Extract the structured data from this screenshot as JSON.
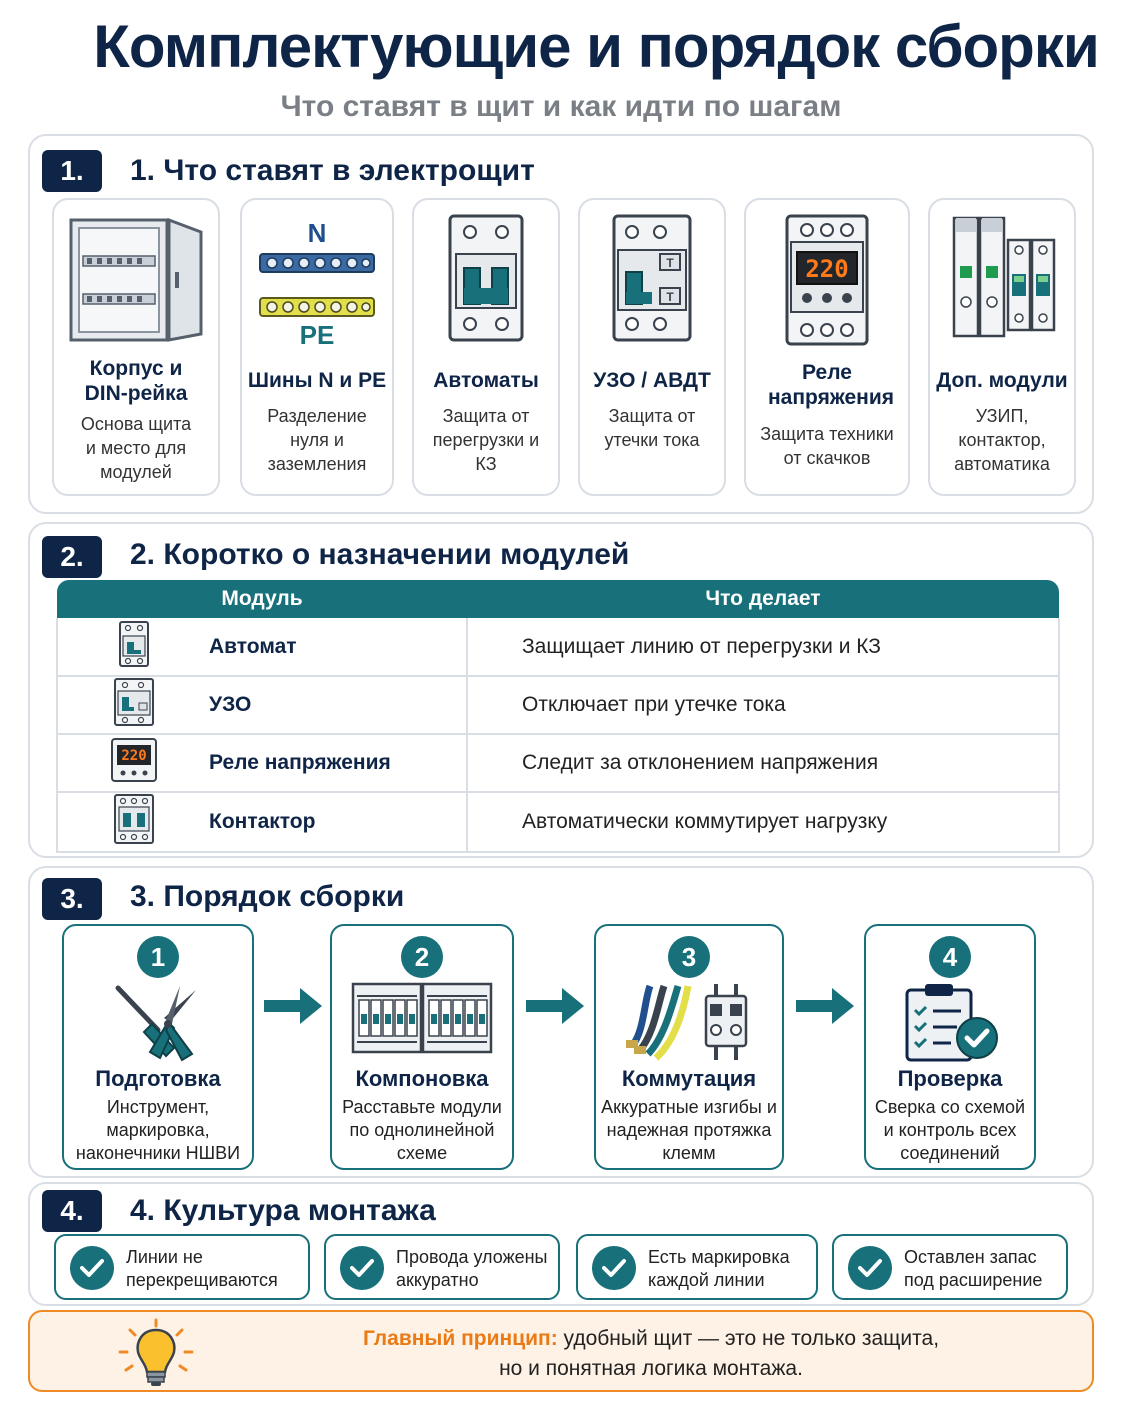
{
  "header": {
    "title": "Комплектующие и порядок сборки",
    "subtitle": "Что ставят в щит и как идти по шагам"
  },
  "colors": {
    "navy": "#0f2547",
    "teal": "#17707a",
    "orange": "#ea7a15",
    "tip_bg": "#fdf2e5"
  },
  "section1": {
    "badge": "1.",
    "title": "1. Что ставят в электрощит",
    "cards": [
      {
        "icon": "cabinet-icon",
        "title": "Корпус и DIN-рейка",
        "desc": "Основа щита и место для модулей"
      },
      {
        "icon": "busbar-icon",
        "title": "Шины N и PE",
        "desc": "Разделение нуля и заземления",
        "label_n": "N",
        "label_pe": "PE"
      },
      {
        "icon": "breaker-icon",
        "title": "Автоматы",
        "desc": "Защита от перегрузки и КЗ"
      },
      {
        "icon": "rcd-icon",
        "title": "УЗО / АВДТ",
        "desc": "Защита от утечки тока",
        "test_label": "T"
      },
      {
        "icon": "voltage-relay-icon",
        "title": "Реле напряжения",
        "desc": "Защита техники от скачков",
        "display": "220"
      },
      {
        "icon": "extra-modules-icon",
        "title": "Доп. модули",
        "desc": "УЗИП, контактор, автоматика"
      }
    ]
  },
  "section2": {
    "badge": "2.",
    "title": "2. Коротко о назначении модулей",
    "headers": [
      "Модуль",
      "Что делает"
    ],
    "rows": [
      {
        "icon": "breaker-icon",
        "name": "Автомат",
        "desc": "Защищает линию от перегрузки и КЗ"
      },
      {
        "icon": "rcd-icon",
        "name": "УЗО",
        "desc": "Отключает при утечке тока"
      },
      {
        "icon": "voltage-relay-icon",
        "name": "Реле напряжения",
        "desc": "Следит за отклонением напряжения",
        "display": "220"
      },
      {
        "icon": "contactor-icon",
        "name": "Контактор",
        "desc": "Автоматически коммутирует нагрузку"
      }
    ]
  },
  "section3": {
    "badge": "3.",
    "title": "3. Порядок сборки",
    "steps": [
      {
        "num": "1",
        "icon": "tools-icon",
        "title": "Подготовка",
        "desc": "Инструмент, маркировка, наконечники НШВИ"
      },
      {
        "num": "2",
        "icon": "layout-icon",
        "title": "Компоновка",
        "desc": "Расставьте модули по однолинейной схеме"
      },
      {
        "num": "3",
        "icon": "wiring-icon",
        "title": "Коммутация",
        "desc": "Аккуратные изгибы и надежная протяжка клемм"
      },
      {
        "num": "4",
        "icon": "checklist-icon",
        "title": "Проверка",
        "desc": "Сверка со схемой и контроль всех соединений"
      }
    ]
  },
  "section4": {
    "badge": "4.",
    "title": "4. Культура монтажа",
    "items": [
      "Линии не перекрещиваются",
      "Провода уложены аккуратно",
      "Есть маркировка каждой линии",
      "Оставлен запас под расширение"
    ]
  },
  "tip": {
    "icon": "lightbulb-icon",
    "label": "Главный принцип:",
    "line1": " удобный щит — это не только защита,",
    "line2": "но и понятная логика монтажа."
  }
}
